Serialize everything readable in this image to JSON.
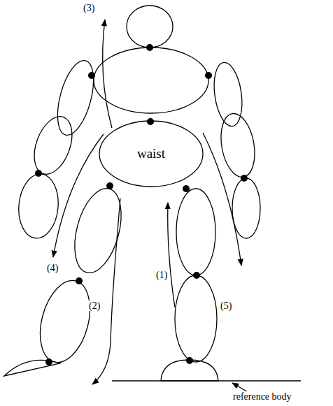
{
  "diagram": {
    "nodes": [
      {
        "text": [
          "waist"
        ]
      }
    ],
    "labels": [
      "(3)",
      "(4)",
      "(1)",
      "(5)",
      "(2)",
      "reference body"
    ]
  }
}
